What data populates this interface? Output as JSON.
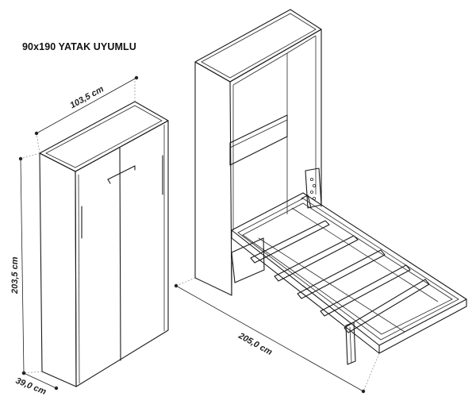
{
  "title": "90x190 YATAK UYUMLU",
  "dimensions": {
    "width": "103,5 cm",
    "height": "203,5 cm",
    "depth": "39,0 cm",
    "open_length": "205,0 cm"
  }
}
